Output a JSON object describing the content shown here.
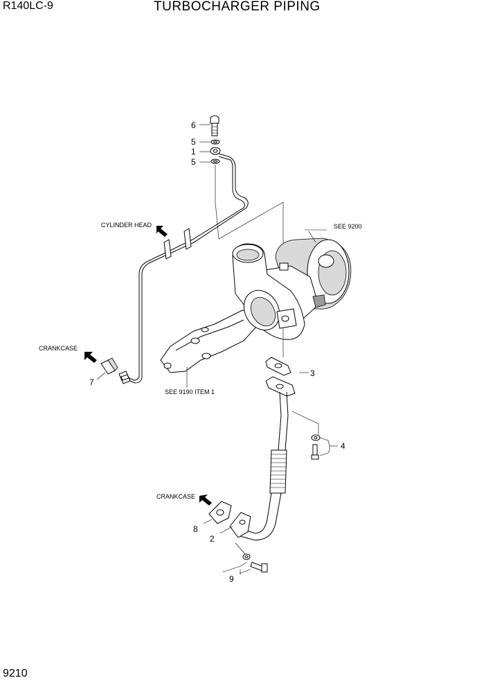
{
  "header": {
    "model": "R140LC-9",
    "title": "TURBOCHARGER PIPING"
  },
  "footer": {
    "page_number": "9210"
  },
  "callouts": {
    "c1": "1",
    "c2": "2",
    "c3": "3",
    "c4": "4",
    "c5a": "5",
    "c5b": "5",
    "c6": "6",
    "c7": "7",
    "c8": "8",
    "c9": "9"
  },
  "labels": {
    "cylinder_head": "CYLINDER HEAD",
    "crankcase_upper": "CRANKCASE",
    "crankcase_lower": "CRANKCASE",
    "see_9200": "SEE 9200",
    "see_9190": "SEE 9190 ITEM 1"
  }
}
